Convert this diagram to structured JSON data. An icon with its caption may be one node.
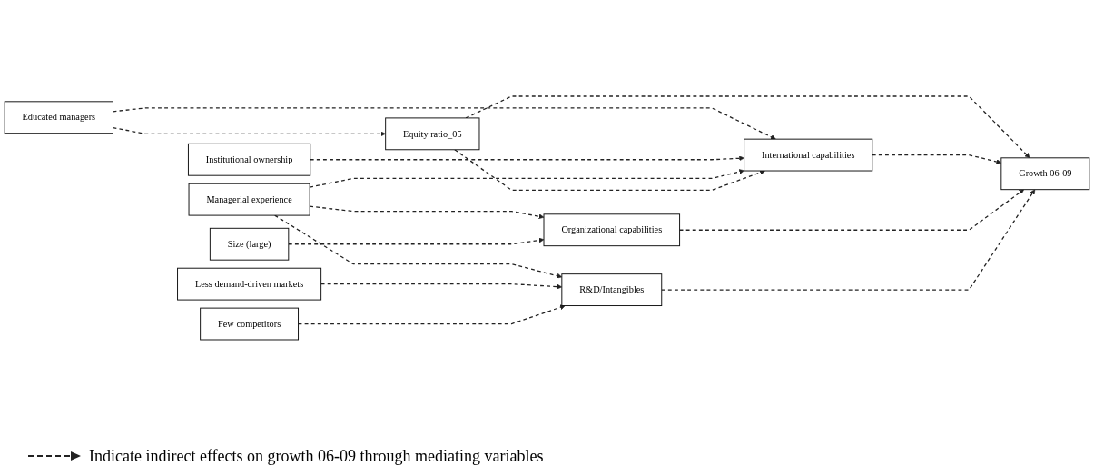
{
  "diagram": {
    "nodes": [
      {
        "text": [
          "Educated managers"
        ]
      },
      {
        "text": [
          "Institutional ownership"
        ]
      },
      {
        "text": [
          "Managerial experience"
        ]
      },
      {
        "text": [
          "Size (large)"
        ]
      },
      {
        "text": [
          "Less demand-driven markets"
        ]
      },
      {
        "text": [
          "Few competitors"
        ]
      },
      {
        "text": [
          "Equity ratio_05"
        ]
      },
      {
        "text": [
          "International capabilities"
        ]
      },
      {
        "text": [
          "Organizational capabilities"
        ]
      },
      {
        "text": [
          "R&D/Intangibles"
        ]
      },
      {
        "text": [
          "Growth 06-09"
        ]
      }
    ],
    "edges": [
      {
        "from": 0,
        "to": 6,
        "arrow": "to",
        "style": "dashed"
      },
      {
        "from": 0,
        "to": 7,
        "arrow": "to",
        "style": "dashed"
      },
      {
        "from": 1,
        "to": 7,
        "arrow": "to",
        "style": "dashed"
      },
      {
        "from": 2,
        "to": 7,
        "arrow": "to",
        "style": "dashed"
      },
      {
        "from": 2,
        "to": 8,
        "arrow": "to",
        "style": "dashed"
      },
      {
        "from": 2,
        "to": 9,
        "arrow": "to",
        "style": "dashed"
      },
      {
        "from": 3,
        "to": 8,
        "arrow": "to",
        "style": "dashed"
      },
      {
        "from": 4,
        "to": 9,
        "arrow": "to",
        "style": "dashed"
      },
      {
        "from": 5,
        "to": 9,
        "arrow": "to",
        "style": "dashed"
      },
      {
        "from": 6,
        "to": 7,
        "arrow": "to",
        "style": "dashed"
      },
      {
        "from": 6,
        "to": 10,
        "arrow": "to",
        "style": "dashed"
      },
      {
        "from": 7,
        "to": 10,
        "arrow": "to",
        "style": "dashed"
      },
      {
        "from": 8,
        "to": 10,
        "arrow": "to",
        "style": "dashed"
      },
      {
        "from": 9,
        "to": 10,
        "arrow": "to",
        "style": "dashed"
      }
    ],
    "legend": [
      {
        "text": "Indicate indirect effects on growth 06-09 through mediating variables"
      }
    ]
  }
}
